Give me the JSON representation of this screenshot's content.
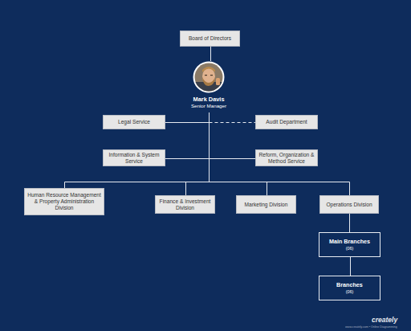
{
  "diagram": {
    "nodes": [
      {
        "text": [
          "Board of Directors"
        ]
      },
      {
        "text": [
          "Mark Davis",
          "Senior Manager"
        ]
      },
      {
        "text": [
          "Legal Service"
        ]
      },
      {
        "text": [
          "Audit Department"
        ]
      },
      {
        "text": [
          "Information & System Service"
        ]
      },
      {
        "text": [
          "Reform, Organization & Method Service"
        ]
      },
      {
        "text": [
          "Human Resource Management & Property Administration Division"
        ]
      },
      {
        "text": [
          "Finance & Investment Division"
        ]
      },
      {
        "text": [
          "Marketing Division"
        ]
      },
      {
        "text": [
          "Operations Division"
        ]
      },
      {
        "text": [
          "Main Branches",
          "(06)"
        ]
      },
      {
        "text": [
          "Branches",
          "(06)"
        ]
      }
    ],
    "edges": [
      {
        "from": 0,
        "to": 1,
        "arrow": "none"
      },
      {
        "from": 1,
        "to": 2,
        "arrow": "none"
      },
      {
        "from": 1,
        "to": 3,
        "arrow": "none"
      },
      {
        "from": 1,
        "to": 4,
        "arrow": "none"
      },
      {
        "from": 1,
        "to": 5,
        "arrow": "none"
      },
      {
        "from": 1,
        "to": 6,
        "arrow": "none"
      },
      {
        "from": 1,
        "to": 7,
        "arrow": "none"
      },
      {
        "from": 1,
        "to": 8,
        "arrow": "none"
      },
      {
        "from": 1,
        "to": 9,
        "arrow": "none"
      },
      {
        "from": 9,
        "to": 10,
        "arrow": "none"
      },
      {
        "from": 10,
        "to": 11,
        "arrow": "none"
      }
    ],
    "labels": [
      "creately",
      "www.creately.com • Online Diagramming"
    ]
  }
}
